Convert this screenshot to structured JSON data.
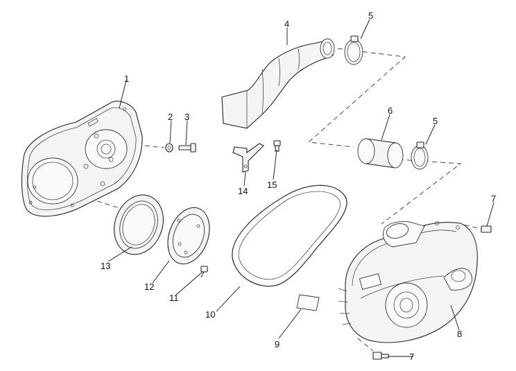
{
  "callouts": {
    "c1": "1",
    "c2": "2",
    "c3": "3",
    "c4": "4",
    "c5a": "5",
    "c5b": "5",
    "c6": "6",
    "c7a": "7",
    "c7b": "7",
    "c8": "8",
    "c9": "9",
    "c10": "10",
    "c11": "11",
    "c12": "12",
    "c13": "13",
    "c14": "14",
    "c15": "15"
  }
}
